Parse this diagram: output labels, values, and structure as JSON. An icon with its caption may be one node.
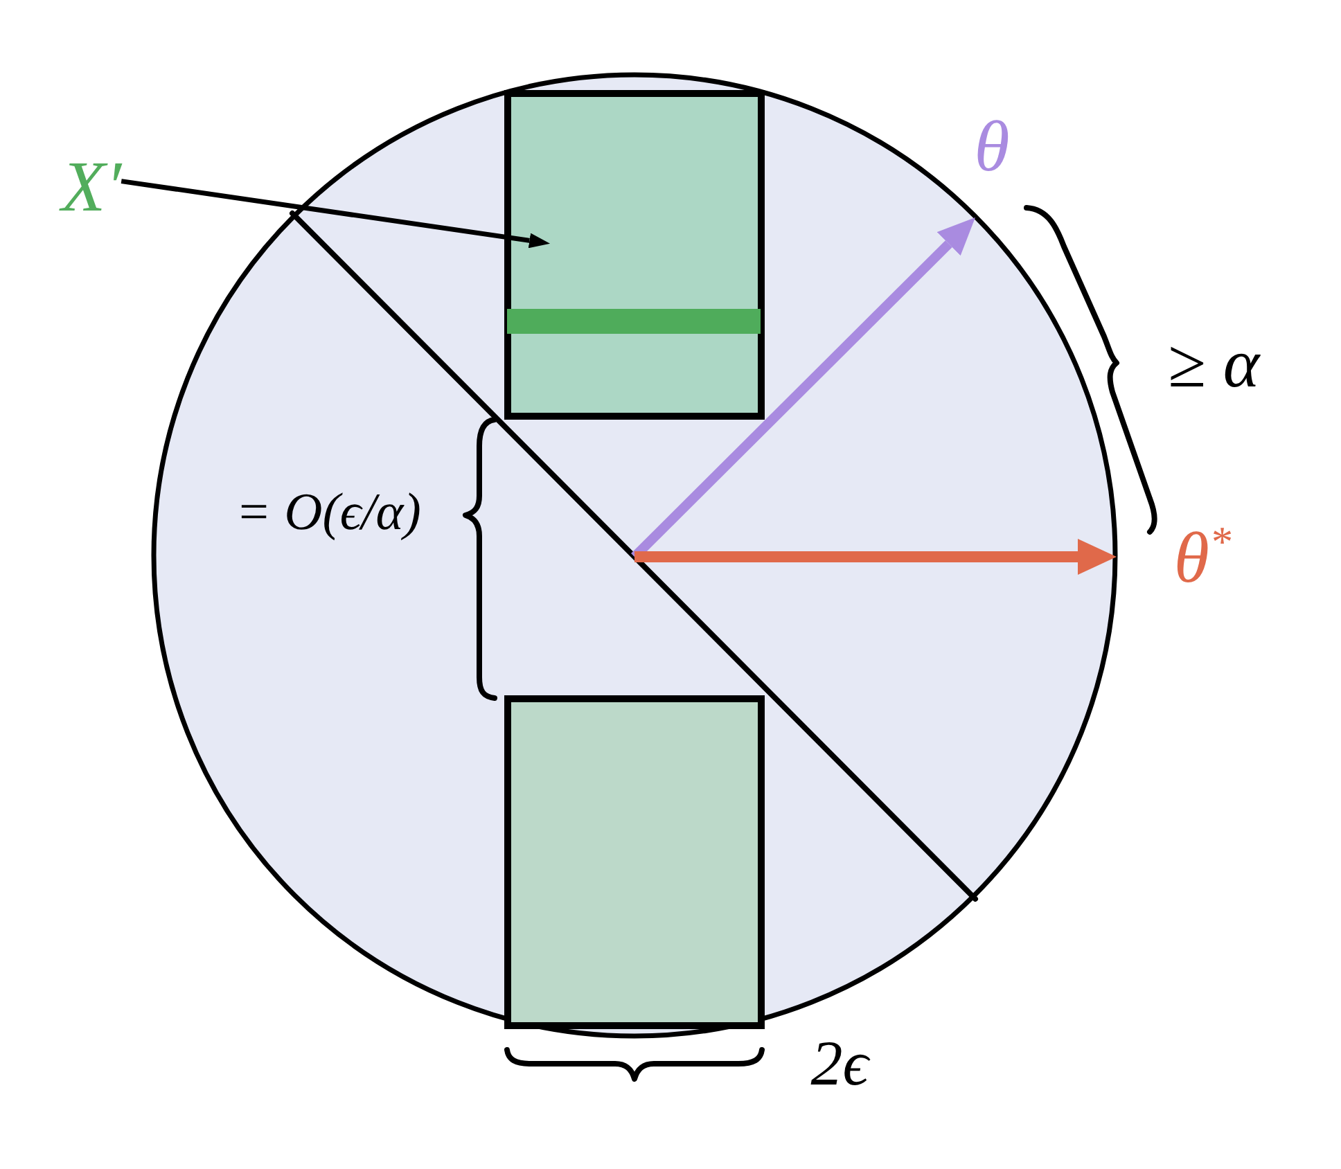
{
  "diagram": {
    "nodes": [
      {
        "text": [
          "X′"
        ]
      },
      {
        "text": [],
        "shape": "box"
      },
      {
        "text": [],
        "shape": "box"
      }
    ],
    "edges": [
      {
        "from": 0,
        "to": 1,
        "arrow": "to"
      }
    ],
    "labels": [
      "θ",
      "≥ α",
      "= O(ϵ/α)",
      "θ$^{*}$",
      "2ϵ"
    ]
  }
}
